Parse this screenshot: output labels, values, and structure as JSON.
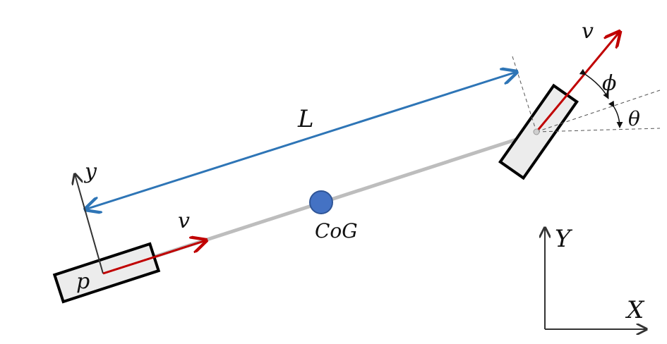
{
  "labels": {
    "wheelbase": "L",
    "rear_velocity": "v",
    "front_velocity": "v",
    "steering_angle": "ϕ",
    "heading_angle": "θ",
    "center_of_gravity": "CoG",
    "rear_point": "p",
    "local_y": "y",
    "global_y": "Y",
    "global_x": "X"
  },
  "colors": {
    "body_line": "#bdbdbd",
    "length_arrow": "#2e75b6",
    "velocity_arrow": "#c00000",
    "center_of_gravity": "#4472c4",
    "wheel_fill": "#ececec",
    "ink": "#111111"
  }
}
